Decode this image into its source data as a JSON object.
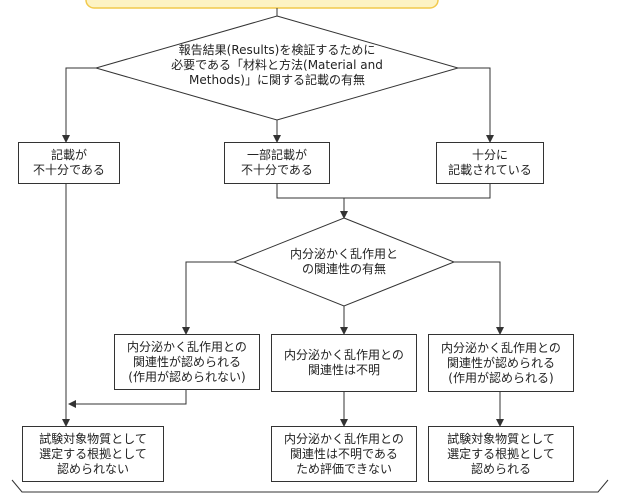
{
  "diamond_top": {
    "label": "報告結果(Results)を検証するために\n必要である「材料と方法(Material and\nMethods)」に関する記載の有無"
  },
  "box_insufficient": {
    "label": "記載が\n不十分である"
  },
  "box_partial": {
    "label": "一部記載が\n不十分である"
  },
  "box_sufficient": {
    "label": "十分に\n記載されている"
  },
  "diamond_mid": {
    "label": "内分泌かく乱作用と\nの関連性の有無"
  },
  "box_recognized_no_effect": {
    "label": "内分泌かく乱作用との\n関連性が認められる\n(作用が認められない)"
  },
  "box_unknown": {
    "label": "内分泌かく乱作用との\n関連性は不明"
  },
  "box_recognized_effect": {
    "label": "内分泌かく乱作用との\n関連性が認められる\n(作用が認められる)"
  },
  "result_not_accepted": {
    "label": "試験対象物質として\n選定する根拠として\n認められない"
  },
  "result_unevaluable": {
    "label": "内分泌かく乱作用との\n関連性は不明である\nため評価できない"
  },
  "result_accepted": {
    "label": "試験対象物質として\n選定する根拠として\n認められる"
  },
  "colors": {
    "banner_fill": "#fdf3c4",
    "banner_border": "#f2c94c",
    "line": "#333333"
  }
}
